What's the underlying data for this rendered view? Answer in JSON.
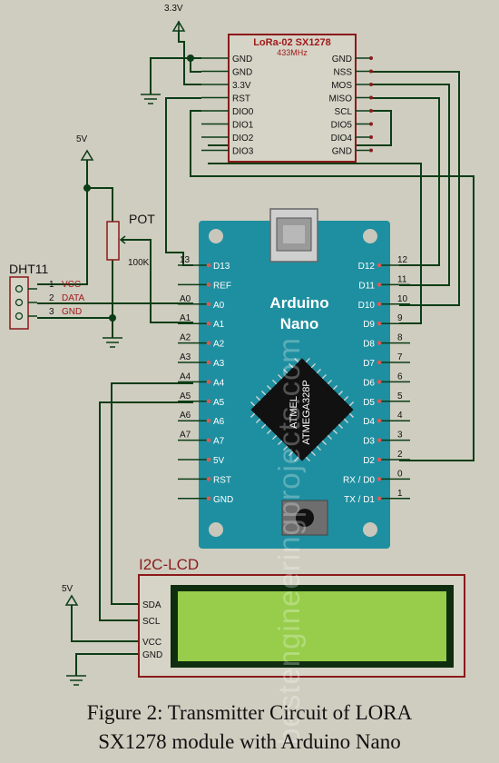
{
  "power": {
    "v33": "3.3V",
    "v5_dht": "5V",
    "v5_lcd": "5V"
  },
  "lora": {
    "title": "LoRa-02 SX1278",
    "freq": "433MHz",
    "left_pins": [
      "GND",
      "GND",
      "3.3V",
      "RST",
      "DIO0",
      "DIO1",
      "DIO2",
      "DIO3"
    ],
    "right_pins": [
      "GND",
      "NSS",
      "MOS",
      "MISO",
      "SCL",
      "DIO5",
      "DIO4",
      "GND"
    ]
  },
  "pot": {
    "label": "POT",
    "value": "100K"
  },
  "dht": {
    "title": "DHT11",
    "pins": [
      {
        "num": "1",
        "name": "VCC"
      },
      {
        "num": "2",
        "name": "DATA"
      },
      {
        "num": "3",
        "name": "GND"
      }
    ]
  },
  "nano": {
    "name_line1": "Arduino",
    "name_line2": "Nano",
    "chip_line1": "ATMEL",
    "chip_line2": "ATMEGA328P",
    "left_pins": [
      {
        "wire": "13",
        "pin": "D13"
      },
      {
        "wire": "",
        "pin": "REF"
      },
      {
        "wire": "A0",
        "pin": "A0"
      },
      {
        "wire": "A1",
        "pin": "A1"
      },
      {
        "wire": "A2",
        "pin": "A2"
      },
      {
        "wire": "A3",
        "pin": "A3"
      },
      {
        "wire": "A4",
        "pin": "A4"
      },
      {
        "wire": "A5",
        "pin": "A5"
      },
      {
        "wire": "A6",
        "pin": "A6"
      },
      {
        "wire": "A7",
        "pin": "A7"
      },
      {
        "wire": "",
        "pin": "5V"
      },
      {
        "wire": "",
        "pin": "RST"
      },
      {
        "wire": "",
        "pin": "GND"
      }
    ],
    "right_pins": [
      {
        "wire": "12",
        "pin": "D12"
      },
      {
        "wire": "11",
        "pin": "D11"
      },
      {
        "wire": "10",
        "pin": "D10"
      },
      {
        "wire": "9",
        "pin": "D9"
      },
      {
        "wire": "8",
        "pin": "D8"
      },
      {
        "wire": "7",
        "pin": "D7"
      },
      {
        "wire": "6",
        "pin": "D6"
      },
      {
        "wire": "5",
        "pin": "D5"
      },
      {
        "wire": "4",
        "pin": "D4"
      },
      {
        "wire": "3",
        "pin": "D3"
      },
      {
        "wire": "2",
        "pin": "D2"
      },
      {
        "wire": "0",
        "pin": "RX / D0"
      },
      {
        "wire": "1",
        "pin": "TX / D1"
      }
    ]
  },
  "lcd": {
    "title": "I2C-LCD",
    "pins": [
      "SDA",
      "SCL",
      "VCC",
      "GND"
    ]
  },
  "caption": {
    "line1": "Figure 2: Transmitter Circuit of LORA",
    "line2": "SX1278 module with Arduino Nano"
  },
  "watermark": "bestengineeringprojects.com",
  "colors": {
    "background": "#cfcdc0",
    "wire": "#0b3d16",
    "component_outline": "#8b1a1a",
    "arduino_board": "#1e8fa0",
    "lcd_screen": "#97cd4a",
    "lcd_frame": "#0f2d0f",
    "pin_label_red": "#a01a1a"
  }
}
